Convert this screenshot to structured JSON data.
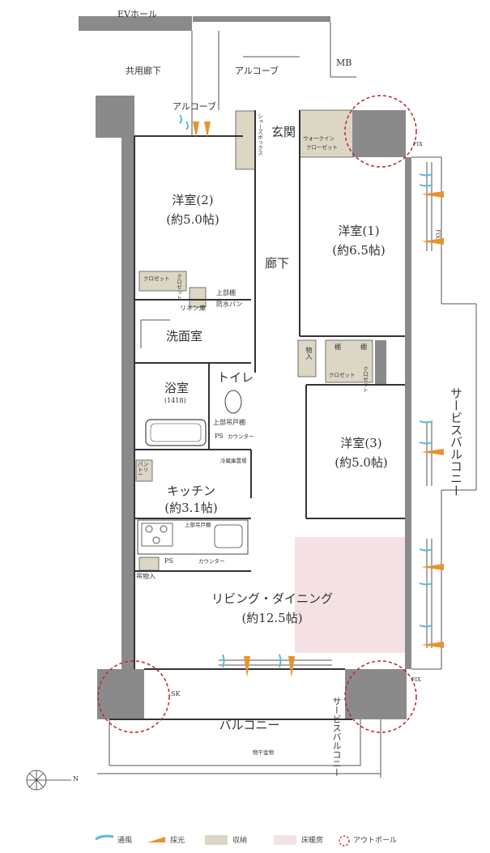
{
  "rooms": {
    "ev_hall": "EVホール",
    "common_corridor": "共用廊下",
    "alcove_top": "アルコーブ",
    "alcove_left": "アルコーブ",
    "mb": "MB",
    "genkan": "玄関",
    "shoes_box": "シューズボックス",
    "walkin_1": "ウォークイン",
    "walkin_2": "クローゼット",
    "fix_top": "FIX",
    "fix_mid": "FIX",
    "fix_bottom": "FIX",
    "western2_name": "洋室(2)",
    "western2_size": "(約5.0帖)",
    "western1_name": "洋室(1)",
    "western1_size": "(約6.5帖)",
    "closet_a": "クロゼット",
    "closet_b": "クロゼット",
    "closet_c": "クロゼット",
    "closet_d": "クロゼット",
    "corridor": "廊下",
    "linen": "リネン庫",
    "upper_shelf1": "上部棚",
    "waterproof_pan": "防水パン",
    "washroom": "洗面室",
    "storage": "物入",
    "shelf_a": "棚",
    "shelf_b": "棚",
    "bath_name": "浴室",
    "bath_size": "(1418)",
    "toilet": "トイレ",
    "upper_cabinet1": "上部吊戸棚",
    "ps1": "PS",
    "counter1": "カウンター",
    "service_balcony": "サービスバルコニー",
    "western3_name": "洋室(3)",
    "western3_size": "(約5.0帖)",
    "pantry": "パントリー",
    "fridge": "冷蔵庫置場",
    "kitchen_name": "キッチン",
    "kitchen_size": "(約3.1帖)",
    "upper_cabinet2": "上部吊戸棚",
    "ps2": "PS",
    "counter2": "カウンター",
    "hanging_storage": "吊物入",
    "living_name": "リビング・ダイニング",
    "living_size": "(約12.5帖)",
    "sk": "SK",
    "balcony": "バルコニー",
    "service_balcony2": "サービスバルコニー",
    "drying_hardware": "物干金物",
    "compass_n": "N"
  },
  "legend": {
    "ventilation": "通風",
    "daylight": "採光",
    "storage": "収納",
    "floor_heating": "床暖房",
    "outpole": "アウトポール"
  },
  "colors": {
    "wall": "#8a8a8a",
    "storage_fill": "#dcd6c4",
    "floor_heating_fill": "#f3e1e3",
    "outpole_ring": "#c0242b",
    "ventilation": "#5bb8df",
    "daylight": "#e8922e"
  }
}
